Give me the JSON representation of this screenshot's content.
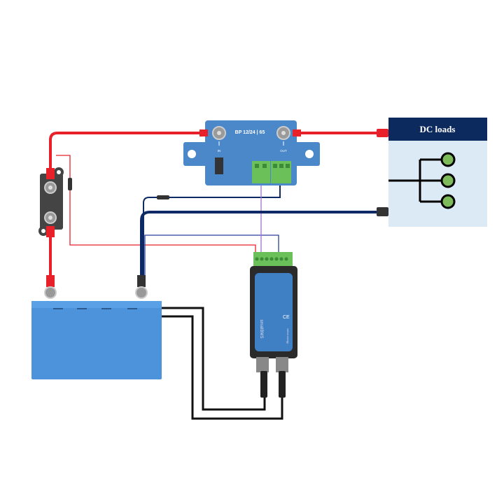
{
  "battery_protect": {
    "label": "BP 12/24 | 65",
    "in_label": "IN",
    "out_label": "OUT"
  },
  "dc_loads": {
    "title": "DC loads"
  },
  "bms": {
    "name": "smallBMS",
    "brand": "victron energy"
  },
  "colors": {
    "positive_wire": "#e8202a",
    "negative_wire": "#0e2a66",
    "device_blue": "#4a88c9",
    "battery_blue": "#4d93dc",
    "dc_loads_header": "#0d2a5e",
    "dc_loads_body": "#dbeaf4",
    "load_green": "#7dbb5a"
  }
}
